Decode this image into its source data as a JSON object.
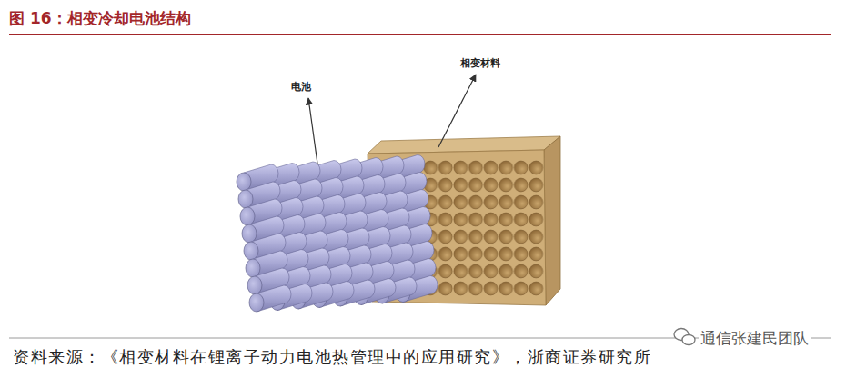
{
  "diagram": {
    "title": "图 16：相变冷却电池结构",
    "caption": "资料来源：《相变材料在锂离子动力电池热管理中的应用研究》，浙商证券研究所",
    "labels": [
      "电池",
      "相变材料",
      "通信张建民团队"
    ]
  }
}
